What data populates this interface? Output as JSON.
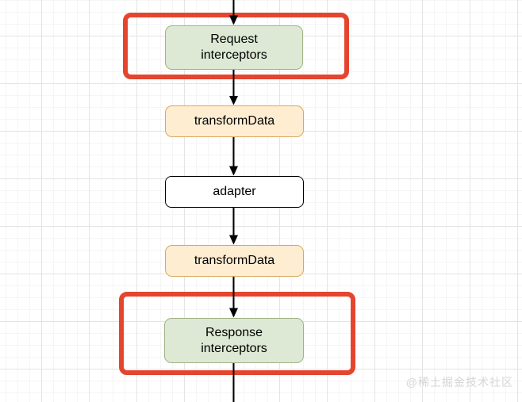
{
  "diagram": {
    "title": "axios request/response pipeline flowchart",
    "nodes": [
      {
        "id": "request-interceptors",
        "label": "Request\ninterceptors",
        "style": "green",
        "highlighted": true
      },
      {
        "id": "transform-data-request",
        "label": "transformData",
        "style": "orange",
        "highlighted": false
      },
      {
        "id": "adapter",
        "label": "adapter",
        "style": "white",
        "highlighted": false
      },
      {
        "id": "transform-data-response",
        "label": "transformData",
        "style": "orange",
        "highlighted": false
      },
      {
        "id": "response-interceptors",
        "label": "Response\ninterceptors",
        "style": "green",
        "highlighted": true
      }
    ],
    "edges": [
      {
        "from": "start",
        "to": "request-interceptors"
      },
      {
        "from": "request-interceptors",
        "to": "transform-data-request"
      },
      {
        "from": "transform-data-request",
        "to": "adapter"
      },
      {
        "from": "adapter",
        "to": "transform-data-response"
      },
      {
        "from": "transform-data-response",
        "to": "response-interceptors"
      },
      {
        "from": "response-interceptors",
        "to": "end"
      }
    ]
  },
  "watermark": {
    "text": "@稀土掘金技术社区"
  },
  "colors": {
    "node_green_fill": "#dde9d4",
    "node_green_border": "#9fb285",
    "node_orange_fill": "#ffedd2",
    "node_orange_border": "#d5a95f",
    "node_white_fill": "#ffffff",
    "node_white_border": "#000000",
    "highlight_red": "#e5452f",
    "arrow_black": "#000000",
    "grid_major": "#e4e4e4",
    "grid_minor": "#f5f5f5",
    "watermark_gray": "#d6d6d6"
  }
}
